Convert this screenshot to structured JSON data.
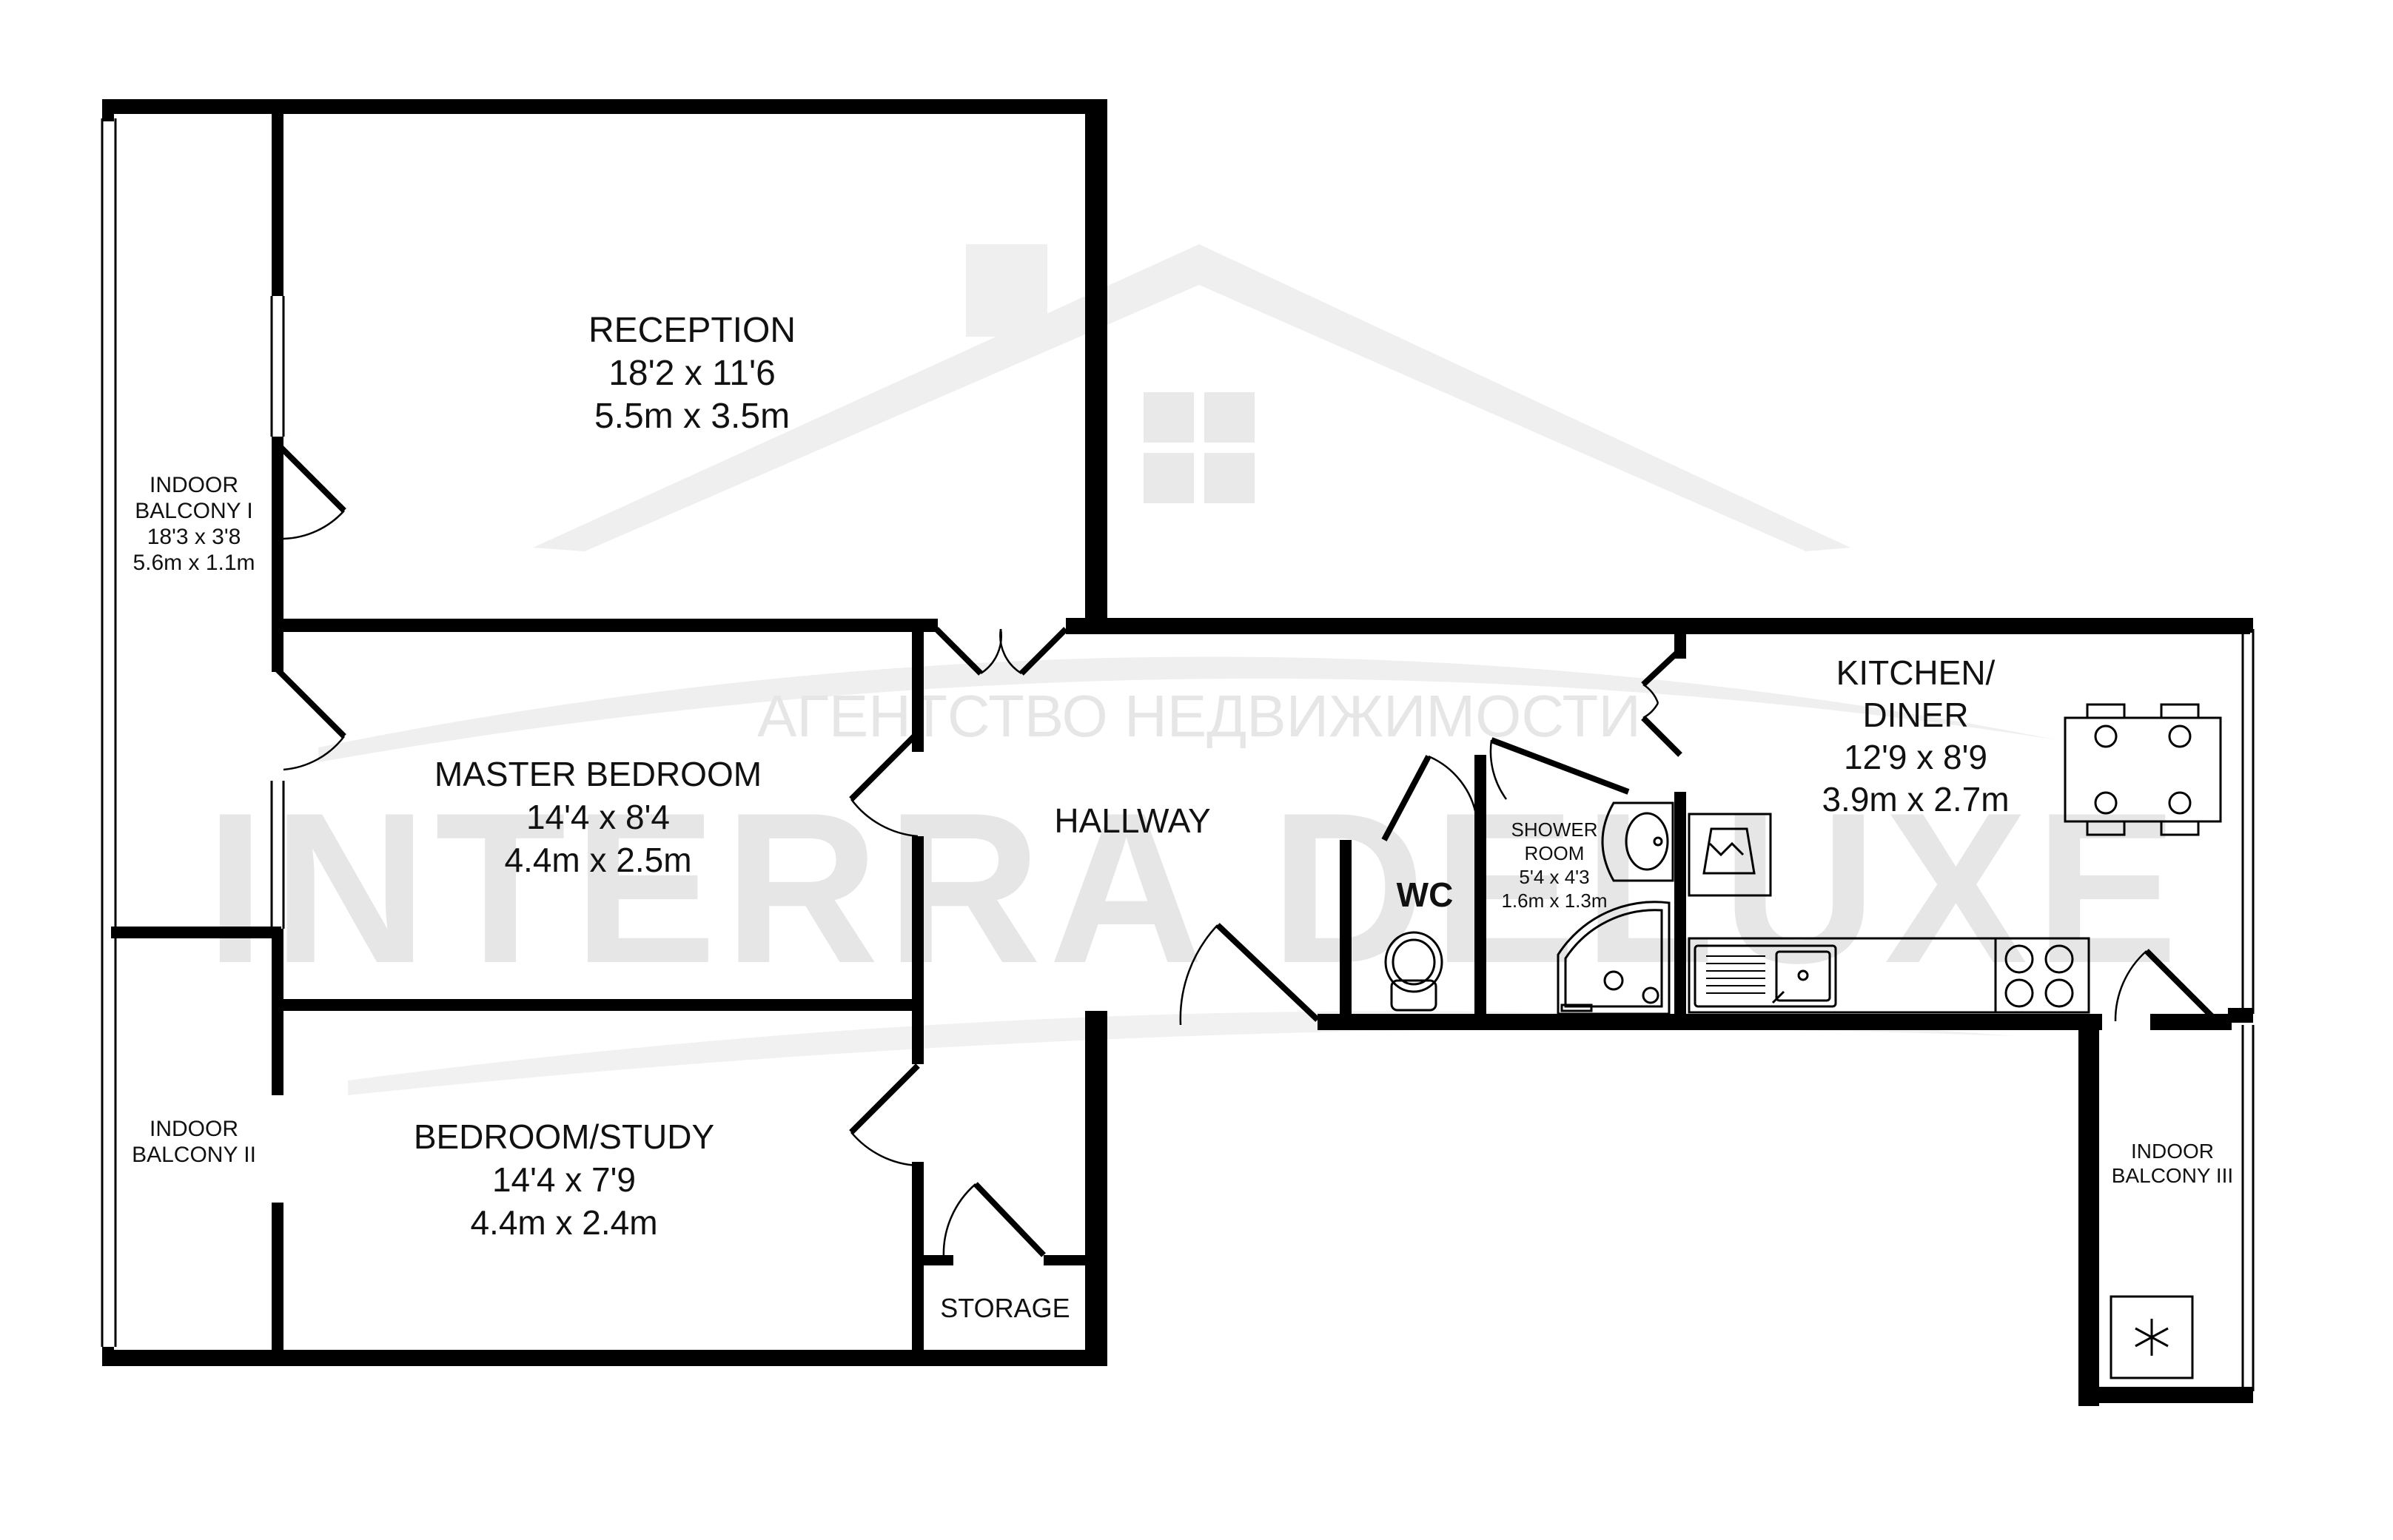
{
  "watermark": {
    "subtitle": "АГЕНТСТВО НЕДВИЖИМОСТИ",
    "brand": "INTERRA DELUXE"
  },
  "rooms": {
    "reception": {
      "name": "RECEPTION",
      "imperial": "18'2 x 11'6",
      "metric": "5.5m x 3.5m"
    },
    "master_bedroom": {
      "name": "MASTER BEDROOM",
      "imperial": "14'4 x 8'4",
      "metric": "4.4m x 2.5m"
    },
    "bedroom_study": {
      "name": "BEDROOM/STUDY",
      "imperial": "14'4 x 7'9",
      "metric": "4.4m x 2.4m"
    },
    "hallway": {
      "name": "HALLWAY"
    },
    "wc": {
      "name": "WC"
    },
    "shower_room": {
      "name_line1": "SHOWER",
      "name_line2": "ROOM",
      "imperial": "5'4 x 4'3",
      "metric": "1.6m x 1.3m"
    },
    "kitchen": {
      "name_line1": "KITCHEN/",
      "name_line2": "DINER",
      "imperial": "12'9 x 8'9",
      "metric": "3.9m x 2.7m"
    },
    "storage": {
      "name": "STORAGE"
    },
    "balcony_1": {
      "name_line1": "INDOOR",
      "name_line2": "BALCONY I",
      "imperial": "18'3 x 3'8",
      "metric": "5.6m x 1.1m"
    },
    "balcony_2": {
      "name_line1": "INDOOR",
      "name_line2": "BALCONY II"
    },
    "balcony_3": {
      "name_line1": "INDOOR",
      "name_line2": "BALCONY III"
    }
  },
  "colors": {
    "wall": "#000000",
    "watermark": "#e6e6e6",
    "background": "#ffffff"
  },
  "icons": [
    "toilet-icon",
    "basin-icon",
    "shower-tray-icon",
    "sink-icon",
    "hob-icon",
    "washing-machine-icon",
    "dining-table-icon",
    "freezer-icon"
  ]
}
